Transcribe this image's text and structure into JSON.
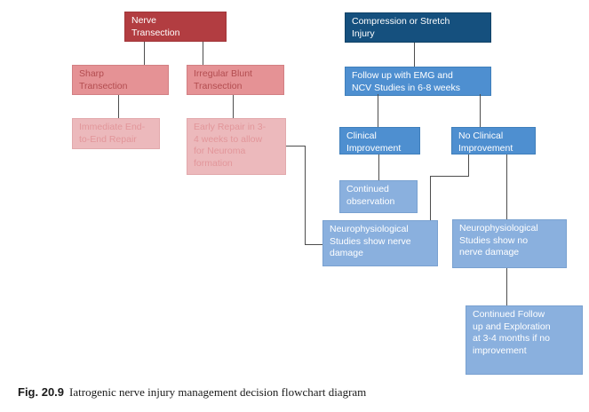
{
  "caption": {
    "label": "Fig. 20.9",
    "text": "Iatrogenic nerve injury management decision flowchart diagram"
  },
  "colors": {
    "dark_red": {
      "fill": "#b23d41",
      "border": "#a23539",
      "text": "#ffffff"
    },
    "salmon": {
      "fill": "#e59295",
      "border": "#d27f83",
      "text": "#b34d50"
    },
    "light_pink": {
      "fill": "#ecb9bc",
      "border": "#e2a9ac",
      "text": "#e2969a"
    },
    "dark_blue": {
      "fill": "#15507e",
      "border": "#114266",
      "text": "#ffffff"
    },
    "medium_blue": {
      "fill": "#4e8fd0",
      "border": "#3f7fbb",
      "text": "#ffffff"
    },
    "light_blue": {
      "fill": "#8ab0de",
      "border": "#79a1d0",
      "text": "#ffffff"
    },
    "connector": {
      "fill": "#4d4d4d"
    }
  },
  "nodes": [
    {
      "id": "nerve-transection",
      "label": "Nerve\nTransection",
      "palette": "dark_red"
    },
    {
      "id": "compression-or-stretch-injury",
      "label": "Compression or Stretch\nInjury",
      "palette": "dark_blue"
    },
    {
      "id": "sharp-transection",
      "label": "Sharp\nTransection",
      "palette": "salmon"
    },
    {
      "id": "irregular-blunt-transection",
      "label": "Irregular Blunt\nTransection",
      "palette": "salmon"
    },
    {
      "id": "follow-up-emg-ncv",
      "label": "Follow up with EMG and\nNCV Studies in 6-8 weeks",
      "palette": "medium_blue"
    },
    {
      "id": "immediate-end-to-end-repair",
      "label": "Immediate End-\nto-End Repair",
      "palette": "light_pink"
    },
    {
      "id": "early-repair-3-4-weeks",
      "label": "Early Repair in 3-\n4 weeks to allow\nfor Neuroma\nformation",
      "palette": "light_pink"
    },
    {
      "id": "clinical-improvement",
      "label": "Clinical\nImprovement",
      "palette": "medium_blue"
    },
    {
      "id": "no-clinical-improvement",
      "label": "No Clinical\nImprovement",
      "palette": "medium_blue"
    },
    {
      "id": "continued-observation",
      "label": "Continued\nobservation",
      "palette": "light_blue"
    },
    {
      "id": "neurophysiological-nerve-damage",
      "label": "Neurophysiological\nStudies show nerve\ndamage",
      "palette": "light_blue"
    },
    {
      "id": "neurophysiological-no-nerve-damage",
      "label": "Neurophysiological\nStudies show no\nnerve damage",
      "palette": "light_blue"
    },
    {
      "id": "continued-follow-up-exploration",
      "label": "Continued Follow\nup and Exploration\nat 3-4 months if no\nimprovement",
      "palette": "light_blue"
    }
  ]
}
